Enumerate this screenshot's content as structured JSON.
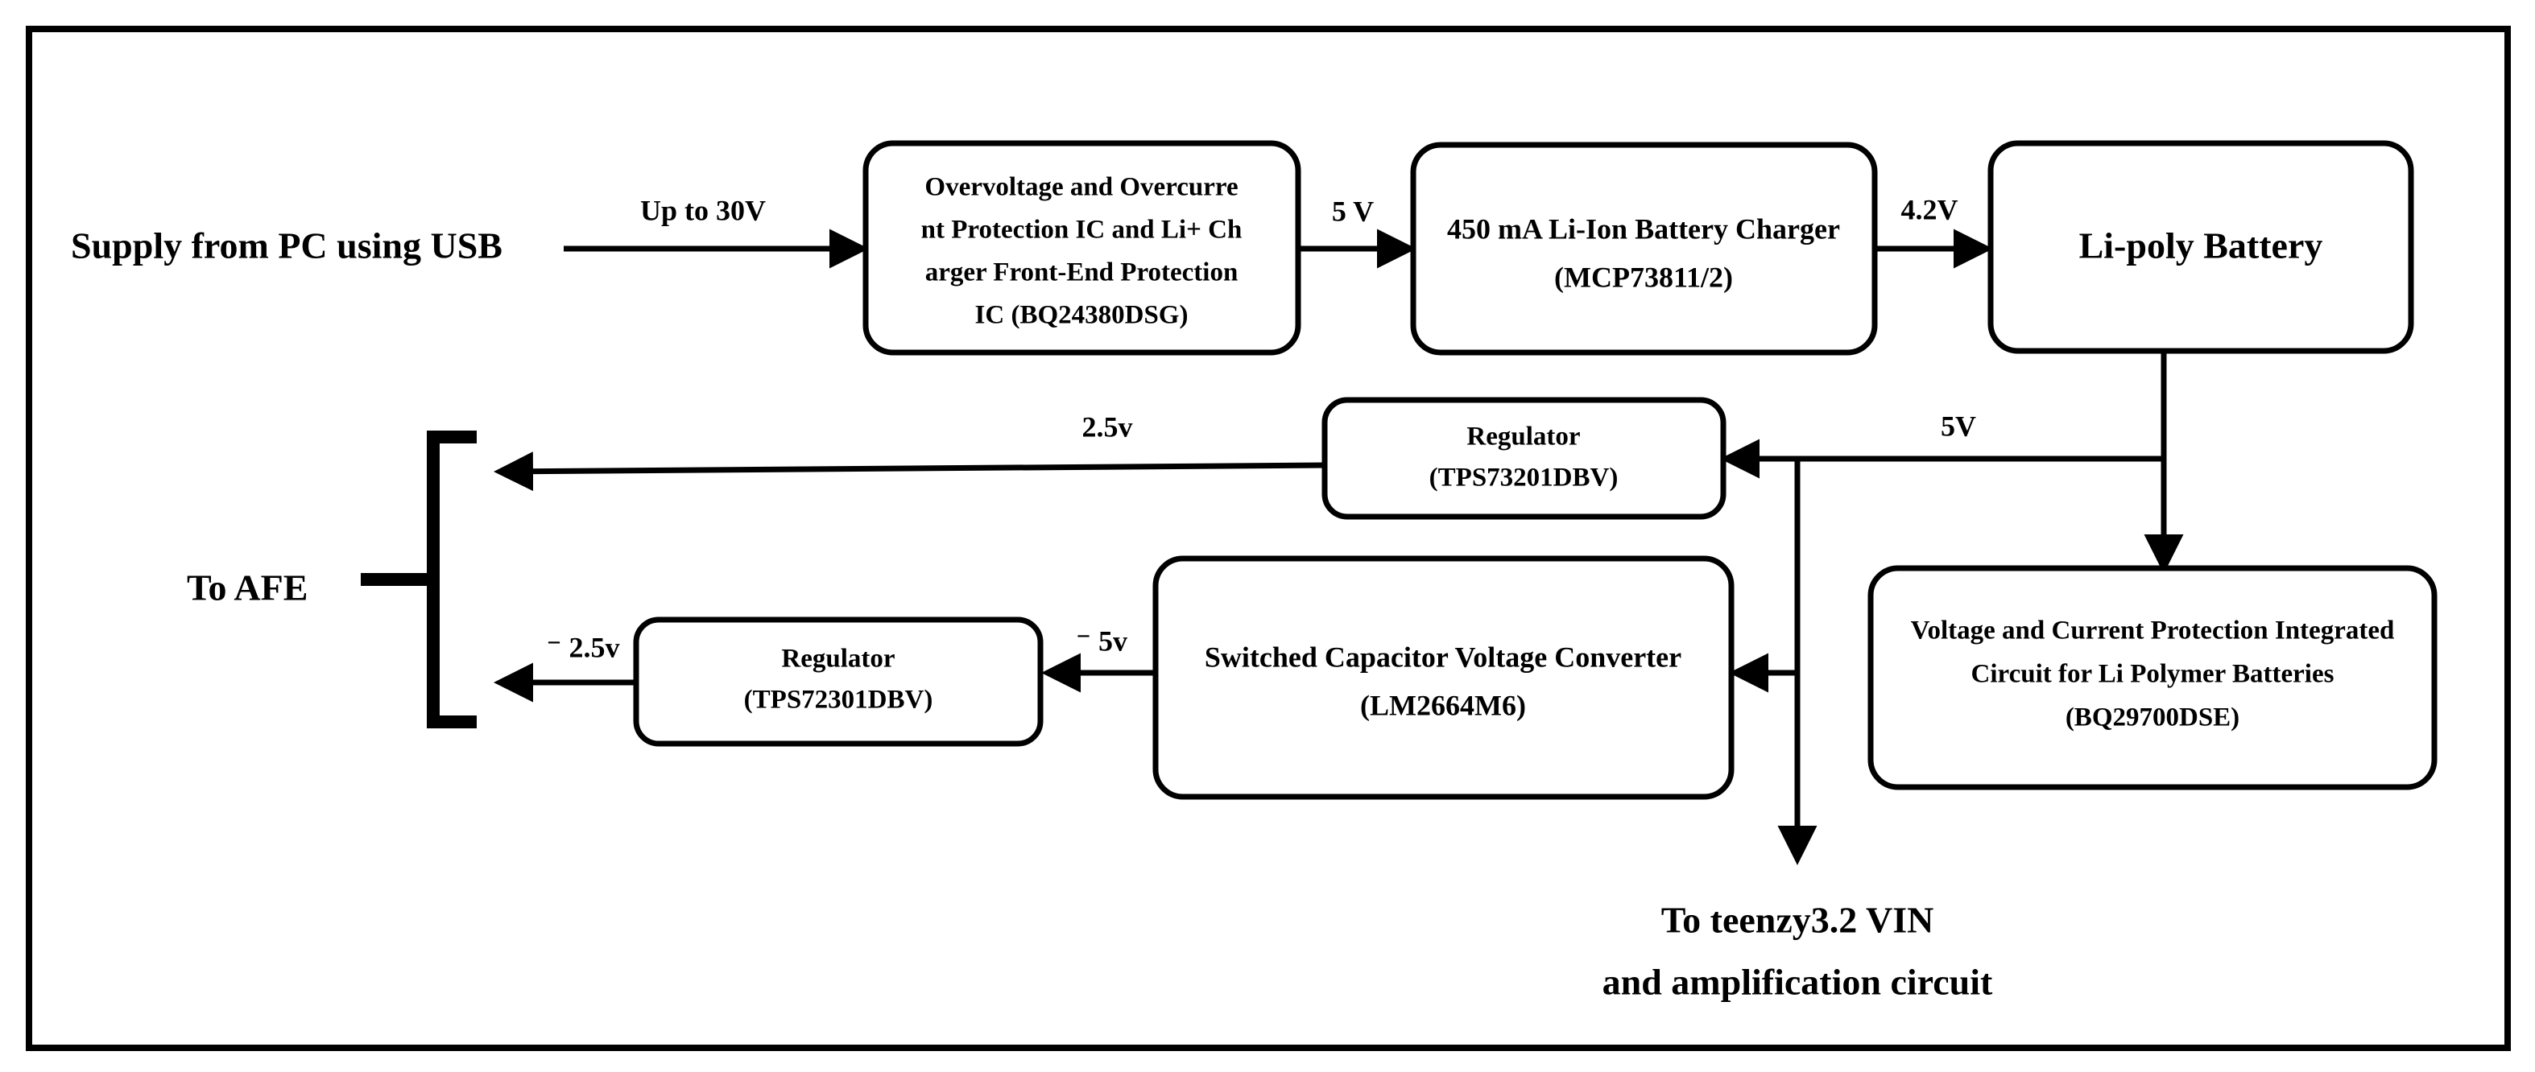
{
  "diagram": {
    "title_free_labels": {
      "supply_source": "Supply from PC using USB",
      "to_afe": "To AFE",
      "teensy_line1": "To teenzy3.2 VIN",
      "teensy_line2": "and amplification circuit"
    },
    "blocks": [
      {
        "id": "protection-ic",
        "lines": [
          "Overvoltage and Overcurre",
          "nt Protection IC and Li+ Ch",
          "arger Front-End Protection",
          "IC (BQ24380DSG)"
        ]
      },
      {
        "id": "battery-charger",
        "lines": [
          "450 mA Li-Ion Battery Charger",
          "(MCP73811/2)"
        ]
      },
      {
        "id": "li-poly-battery",
        "lines": [
          "Li-poly Battery"
        ]
      },
      {
        "id": "regulator-top",
        "lines": [
          "Regulator",
          "(TPS73201DBV)"
        ]
      },
      {
        "id": "regulator-bottom",
        "lines": [
          "Regulator",
          "(TPS72301DBV)"
        ]
      },
      {
        "id": "voltage-converter",
        "lines": [
          "Switched Capacitor Voltage Converter",
          "(LM2664M6)"
        ]
      },
      {
        "id": "protection-bq29700",
        "lines": [
          "Voltage and Current Protection  Integrated",
          "Circuit for Li Polymer Batteries",
          "(BQ29700DSE)"
        ]
      }
    ],
    "edge_labels": {
      "usb_to_protection": "Up to 30V",
      "protection_to_charger": "5 V",
      "charger_to_battery": "4.2V",
      "battery_to_regulator_top": "5V",
      "regulator_top_to_afe": "2.5v",
      "converter_to_regulator_bottom": "⁻ 5v",
      "regulator_bottom_to_afe": "⁻ 2.5v"
    },
    "colors": {
      "stroke": "#000000",
      "fill": "#ffffff",
      "background": "#ffffff"
    }
  }
}
